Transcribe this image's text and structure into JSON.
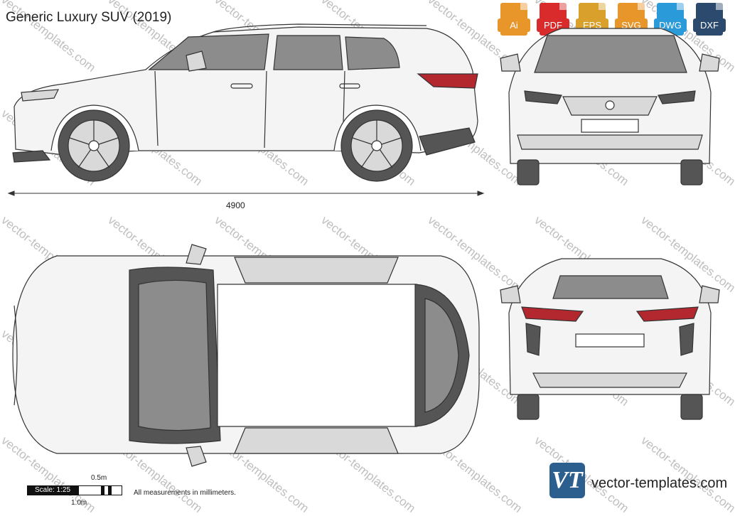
{
  "title": "Generic Luxury SUV (2019)",
  "formats": [
    {
      "label": "Ai",
      "color": "#e8962a",
      "icon": "ai-file-icon"
    },
    {
      "label": "PDF",
      "color": "#d92b2b",
      "icon": "pdf-file-icon"
    },
    {
      "label": "EPS",
      "color": "#d9a12b",
      "icon": "eps-file-icon"
    },
    {
      "label": "SVG",
      "color": "#e8962a",
      "icon": "svg-file-icon"
    },
    {
      "label": "DWG",
      "color": "#2b9ad9",
      "icon": "dwg-file-icon"
    },
    {
      "label": "DXF",
      "color": "#2c4a6e",
      "icon": "dxf-file-icon"
    }
  ],
  "dimension_length": "4900",
  "scale": {
    "label": "Scale: 1:25",
    "top_mark": "0.5m",
    "bottom_mark": "1.0m"
  },
  "note": "All measurements in millimeters.",
  "watermark": "vector-templates.com",
  "brand": {
    "logo": "VT",
    "site": "vector-templates.com"
  },
  "colors": {
    "outline": "#333333",
    "glass": "#8c8c8c",
    "dark": "#555555",
    "light": "#d9d9d9",
    "tail": "#b3282f"
  }
}
